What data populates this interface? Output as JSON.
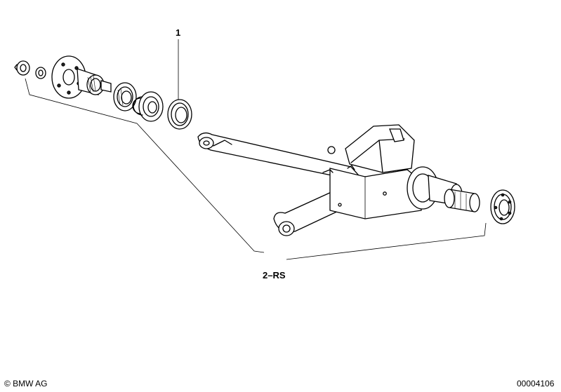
{
  "callouts": {
    "part_1": "1",
    "part_2": "2–RS"
  },
  "footer": {
    "copyright": "© BMW AG",
    "diagram_id": "00004106"
  },
  "colors": {
    "ink": "#000000",
    "background": "#ffffff"
  }
}
